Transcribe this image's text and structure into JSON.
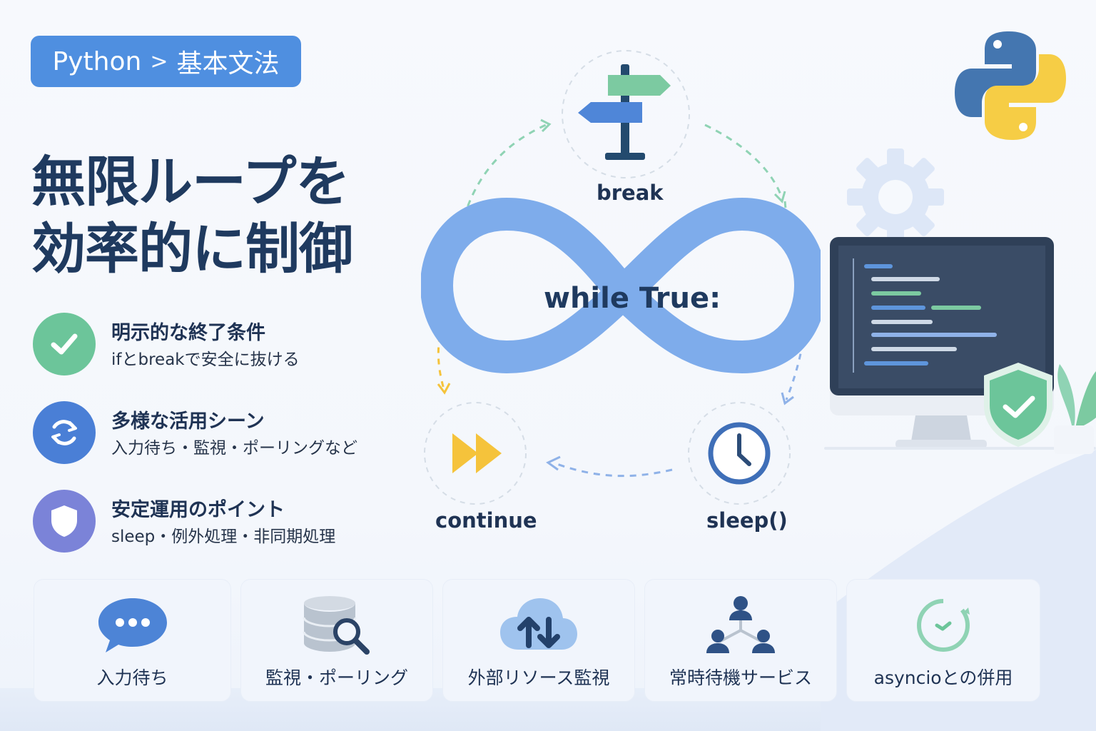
{
  "breadcrumb": {
    "first": "Python",
    "separator": ">",
    "second": "基本文法"
  },
  "headline": {
    "line1": "無限ループを",
    "line2": "効率的に制御"
  },
  "features": [
    {
      "title": "明示的な終了条件",
      "subtitle": "ifとbreakで安全に抜ける",
      "icon": "check-icon",
      "color": "#6cc59a"
    },
    {
      "title": "多様な活用シーン",
      "subtitle": "入力待ち・監視・ポーリングなど",
      "icon": "refresh-icon",
      "color": "#4a7fd6"
    },
    {
      "title": "安定運用のポイント",
      "subtitle": "sleep・例外処理・非同期処理",
      "icon": "shield-icon",
      "color": "#7b83d8"
    }
  ],
  "diagram": {
    "center_label": "while True:",
    "nodes": {
      "break": "break",
      "continue": "continue",
      "sleep": "sleep()"
    }
  },
  "cards": [
    {
      "label": "入力待ち",
      "icon": "chat-bubble-icon"
    },
    {
      "label": "監視・ポーリング",
      "icon": "database-search-icon"
    },
    {
      "label": "外部リソース監視",
      "icon": "cloud-sync-icon"
    },
    {
      "label": "常時待機サービス",
      "icon": "network-users-icon"
    },
    {
      "label": "asyncioとの併用",
      "icon": "async-clock-icon"
    }
  ],
  "colors": {
    "accent": "#4f8fe0",
    "headline": "#1f3a5f",
    "loop": "#7aa9ea",
    "green": "#6cc59a",
    "yellow": "#f5c33b"
  }
}
